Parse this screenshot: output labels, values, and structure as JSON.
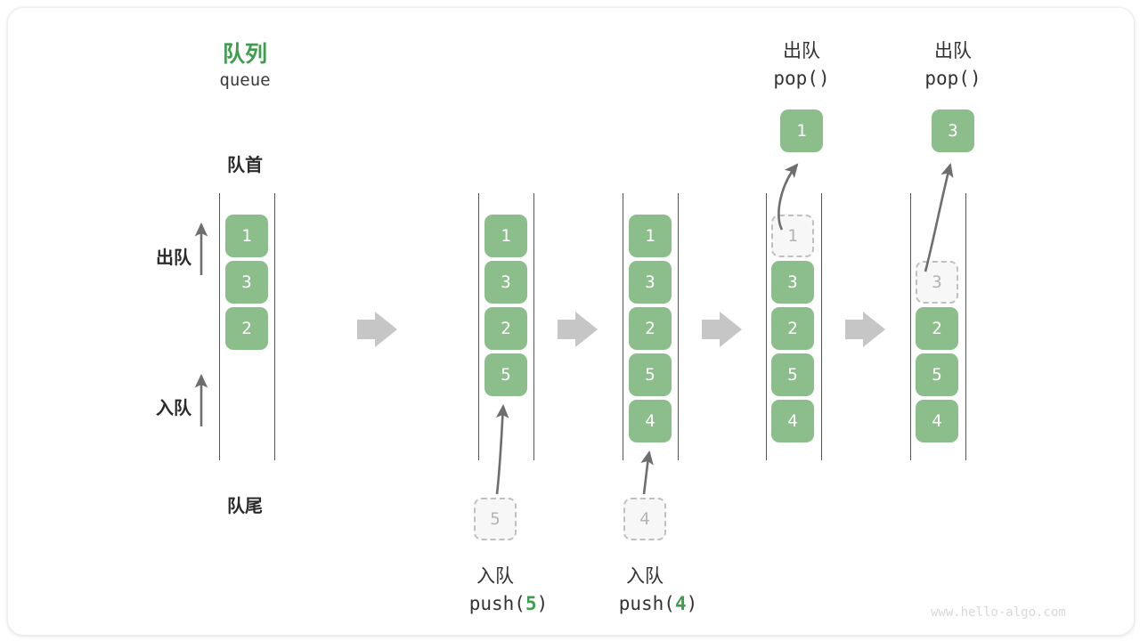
{
  "diagram": {
    "title_cn": "队列",
    "title_code": "queue",
    "front_label": "队首",
    "rear_label": "队尾",
    "dequeue_label": "出队",
    "enqueue_label": "入队",
    "watermark": "www.hello-algo.com",
    "accent_green": "#3f9e4d",
    "cell_green": "#8cbe8c",
    "ghost_gray": "#b4b4b4",
    "arrow_gray": "#9a9a9a",
    "flow_arrow_gray": "#c6c6c6"
  },
  "steps": [
    {
      "id": "initial",
      "cells": [
        "1",
        "3",
        "2"
      ],
      "ghost_index": null,
      "op_cn": "",
      "op_code": "",
      "popped": null,
      "incoming": null
    },
    {
      "id": "push-5",
      "cells": [
        "1",
        "3",
        "2",
        "5"
      ],
      "ghost_index": null,
      "op_cn": "入队",
      "op_code_prefix": "push(",
      "op_code_num": "5",
      "op_code_suffix": ")",
      "incoming": "5",
      "popped": null
    },
    {
      "id": "push-4",
      "cells": [
        "1",
        "3",
        "2",
        "5",
        "4"
      ],
      "ghost_index": null,
      "op_cn": "入队",
      "op_code_prefix": "push(",
      "op_code_num": "4",
      "op_code_suffix": ")",
      "incoming": "4",
      "popped": null
    },
    {
      "id": "pop-1",
      "cells": [
        "1",
        "3",
        "2",
        "5",
        "4"
      ],
      "ghost_index": 0,
      "op_cn": "出队",
      "op_code_prefix": "pop(",
      "op_code_num": "",
      "op_code_suffix": ")",
      "popped": "1",
      "incoming": null
    },
    {
      "id": "pop-3",
      "cells": [
        "3",
        "2",
        "5",
        "4"
      ],
      "ghost_index": 0,
      "ghost_slot_offset": 1,
      "op_cn": "出队",
      "op_code_prefix": "pop(",
      "op_code_num": "",
      "op_code_suffix": ")",
      "popped": "3",
      "incoming": null
    }
  ],
  "cell_labels": {
    "s0_c0": "1",
    "s0_c1": "3",
    "s0_c2": "2",
    "s1_c0": "1",
    "s1_c1": "3",
    "s1_c2": "2",
    "s1_c3": "5",
    "s2_c0": "1",
    "s2_c1": "3",
    "s2_c2": "2",
    "s2_c3": "5",
    "s2_c4": "4",
    "s3_c0": "1",
    "s3_c1": "3",
    "s3_c2": "2",
    "s3_c3": "5",
    "s3_c4": "4",
    "s4_c0": "3",
    "s4_c1": "2",
    "s4_c2": "5",
    "s4_c3": "4",
    "in1": "5",
    "in2": "4",
    "pop1": "1",
    "pop2": "3"
  }
}
